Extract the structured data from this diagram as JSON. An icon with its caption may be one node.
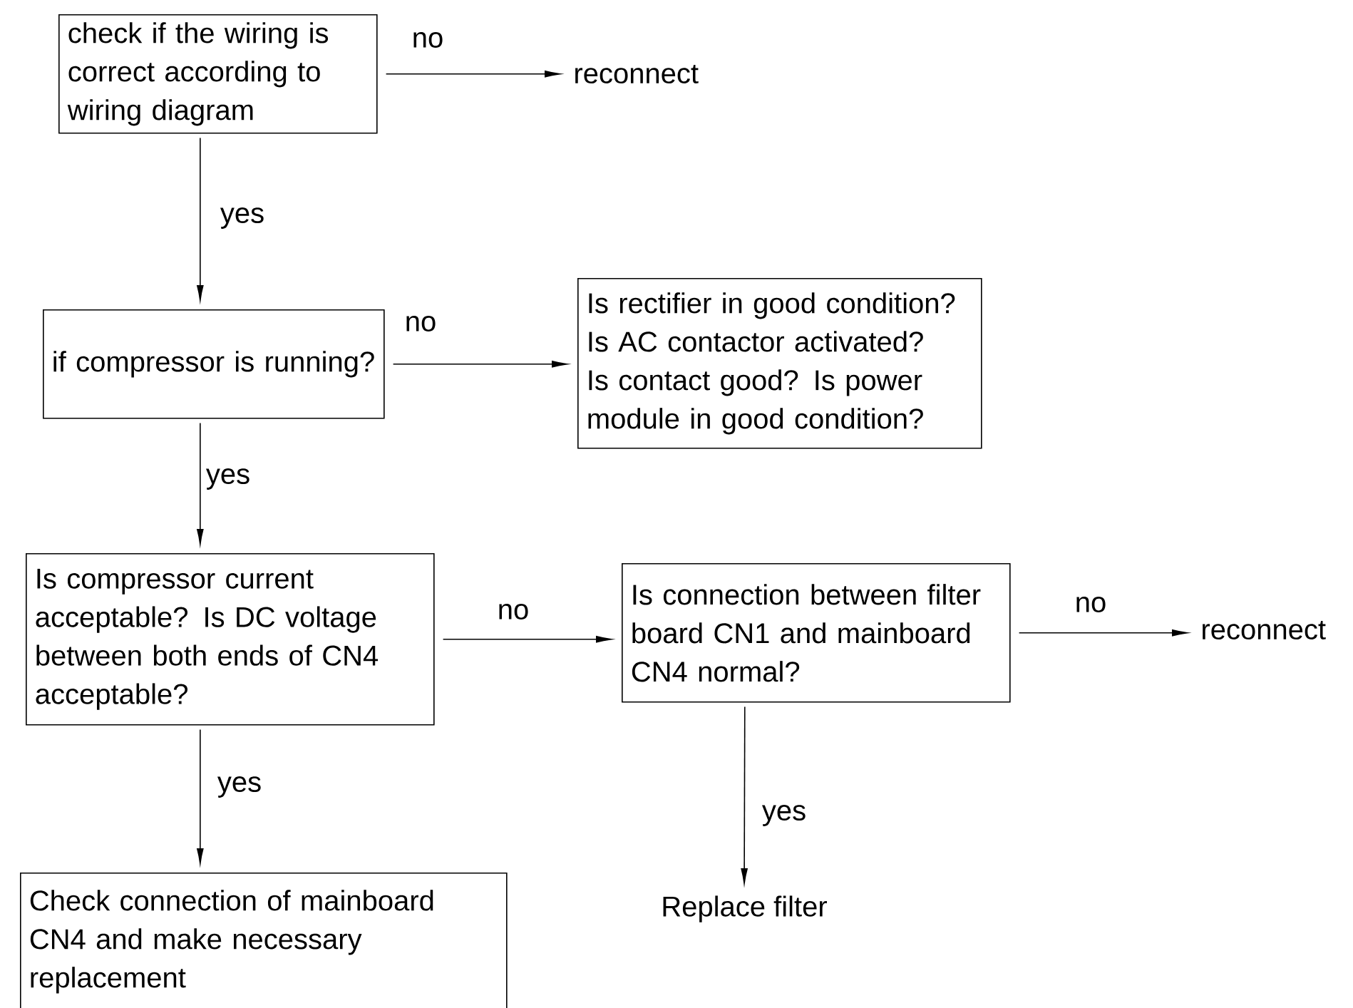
{
  "diagram": {
    "nodes": [
      {
        "text": [
          "check if the wiring is correct according to wiring diagram"
        ]
      },
      {
        "text": [
          "reconnect"
        ]
      },
      {
        "text": [
          "if compressor is running?"
        ]
      },
      {
        "text": [
          "Is rectifier in good condition? Is AC contactor activated? Is contact good? Is power module in good condition?"
        ]
      },
      {
        "text": [
          "Is compressor current acceptable? Is DC voltage between both ends of CN4 acceptable?"
        ]
      },
      {
        "text": [
          "Is connection between filter board CN1 and mainboard CN4 normal?"
        ]
      },
      {
        "text": [
          "reconnect"
        ]
      },
      {
        "text": [
          "Check connection of mainboard CN4 and make necessary replacement"
        ]
      },
      {
        "text": [
          "Replace filter"
        ]
      }
    ],
    "edges": [
      {
        "from": 0,
        "to": 1,
        "arrow": "to",
        "label": "no"
      },
      {
        "from": 0,
        "to": 2,
        "arrow": "to",
        "label": "yes"
      },
      {
        "from": 2,
        "to": 3,
        "arrow": "to",
        "label": "no"
      },
      {
        "from": 2,
        "to": 4,
        "arrow": "to",
        "label": "yes"
      },
      {
        "from": 4,
        "to": 5,
        "arrow": "to",
        "label": "no"
      },
      {
        "from": 5,
        "to": 6,
        "arrow": "to",
        "label": "no"
      },
      {
        "from": 4,
        "to": 7,
        "arrow": "to",
        "label": "yes"
      },
      {
        "from": 5,
        "to": 8,
        "arrow": "to",
        "label": "yes"
      }
    ]
  }
}
